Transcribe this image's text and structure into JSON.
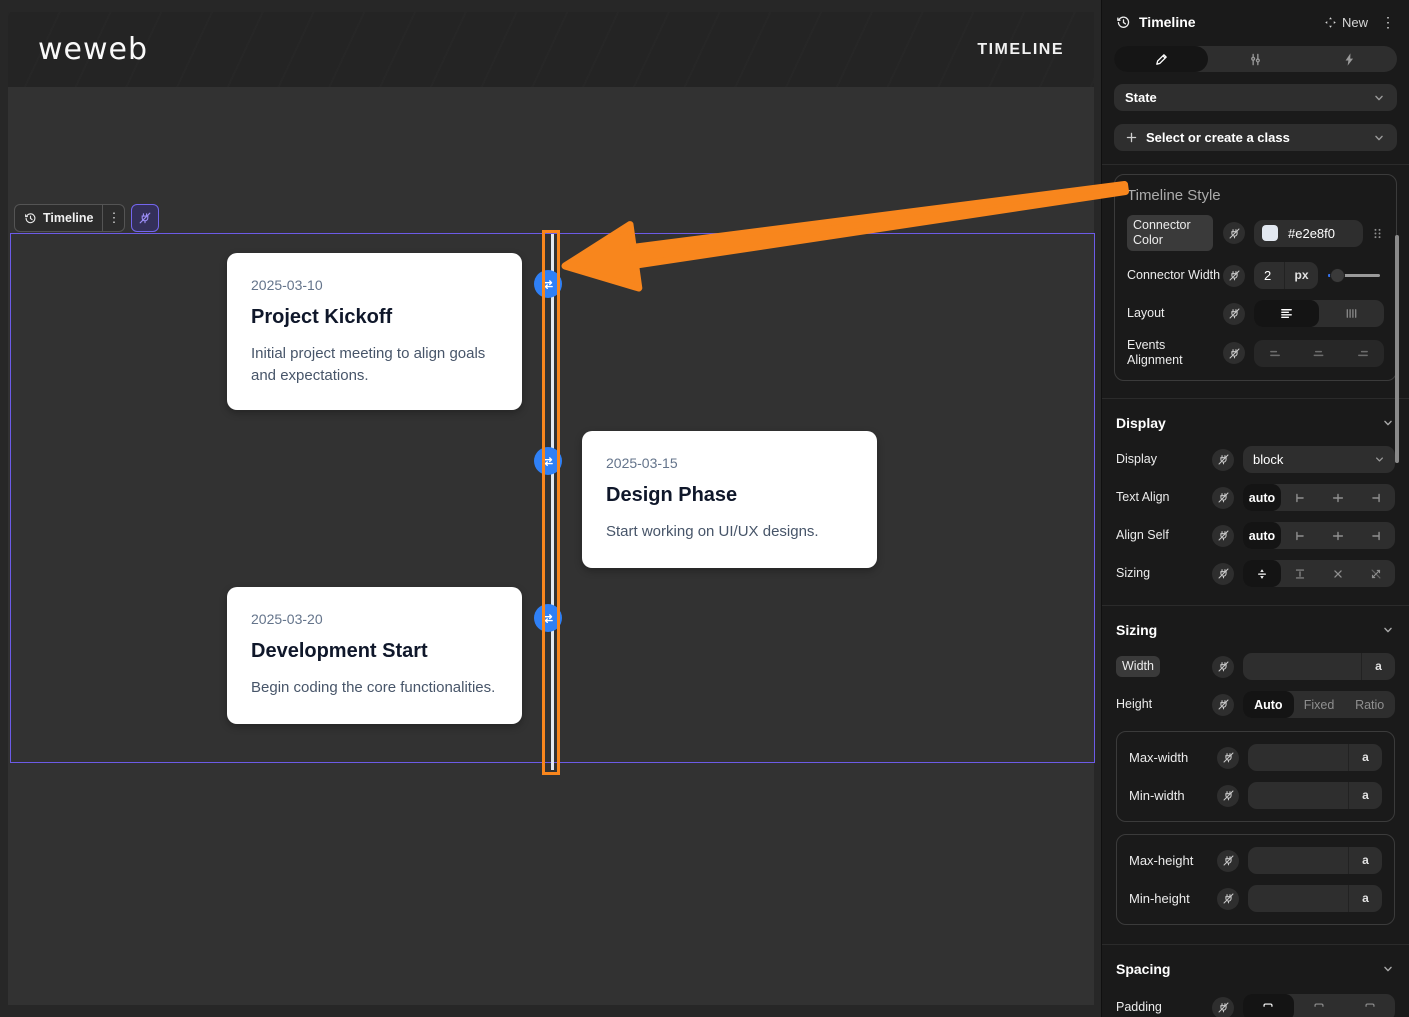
{
  "canvas": {
    "site_header": {
      "logo": "weweb",
      "nav_label": "TIMELINE"
    },
    "selection_chip": {
      "label": "Timeline"
    },
    "timeline_events": [
      {
        "date": "2025-03-10",
        "title": "Project Kickoff",
        "description": "Initial project meeting to align goals and expectations."
      },
      {
        "date": "2025-03-15",
        "title": "Design Phase",
        "description": "Start working on UI/UX designs."
      },
      {
        "date": "2025-03-20",
        "title": "Development Start",
        "description": "Begin coding the core functionalities."
      }
    ]
  },
  "panel": {
    "header": {
      "title": "Timeline",
      "new_label": "New"
    },
    "state_select": {
      "value": "State"
    },
    "class_select": {
      "placeholder": "Select or create a class"
    },
    "timeline_style": {
      "title": "Timeline Style",
      "connector_color_label": "Connector Color",
      "connector_color_value": "#e2e8f0",
      "connector_width_label": "Connector Width",
      "connector_width_value": "2",
      "connector_width_unit": "px",
      "layout_label": "Layout",
      "events_alignment_label": "Events Alignment"
    },
    "display_section": {
      "title": "Display",
      "display_label": "Display",
      "display_value": "block",
      "text_align_label": "Text Align",
      "text_align_value": "auto",
      "align_self_label": "Align Self",
      "align_self_value": "auto",
      "sizing_label": "Sizing"
    },
    "sizing_section": {
      "title": "Sizing",
      "width_label": "Width",
      "width_unit": "a",
      "height_label": "Height",
      "height_options": [
        "Auto",
        "Fixed",
        "Ratio"
      ],
      "max_width_label": "Max-width",
      "max_width_unit": "a",
      "min_width_label": "Min-width",
      "min_width_unit": "a",
      "max_height_label": "Max-height",
      "max_height_unit": "a",
      "min_height_label": "Min-height",
      "min_height_unit": "a"
    },
    "spacing_section": {
      "title": "Spacing",
      "padding_label": "Padding"
    }
  },
  "colors": {
    "highlight_orange": "#f8861d",
    "connector": "#e2e8f0",
    "event_dot_blue": "#2f80f6",
    "selection_purple": "#6c5be7",
    "bind_accent_purple": "#8b7cf2"
  }
}
